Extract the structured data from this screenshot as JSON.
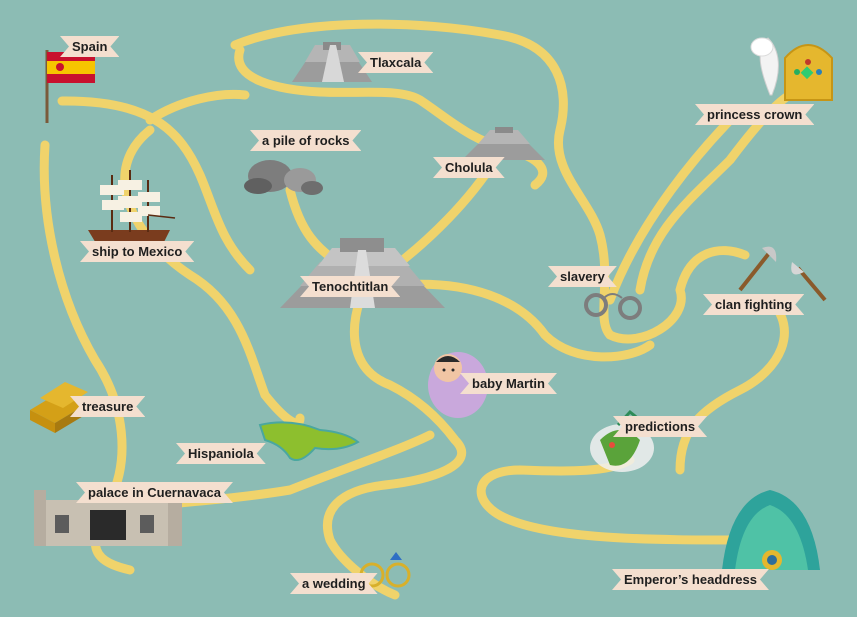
{
  "colors": {
    "background": "#8cbcb4",
    "path": "#f0d36b",
    "label_bg": "#f4dfcf",
    "label_text": "#1f1f1f"
  },
  "labels": {
    "spain": "Spain",
    "tlaxcala": "Tlaxcala",
    "princess_crown": "princess crown",
    "pile_of_rocks": "a pile of rocks",
    "cholula": "Cholula",
    "ship_to_mexico": "ship to Mexico",
    "tenochtitlan": "Tenochtitlan",
    "slavery": "slavery",
    "clan_fighting": "clan fighting",
    "baby_martin": "baby Martin",
    "treasure": "treasure",
    "predictions": "predictions",
    "hispaniola": "Hispaniola",
    "palace_in_cuernavaca": "palace in Cuernavaca",
    "a_wedding": "a wedding",
    "emperors_headdress": "Emperor’s headdress"
  },
  "icons": [
    "spain-flag-icon",
    "pyramid-icon",
    "crown-icon",
    "feather-icon",
    "rocks-icon",
    "galleon-ship-icon",
    "shackles-icon",
    "axes-icon",
    "baby-icon",
    "gold-bars-icon",
    "serpent-icon",
    "island-icon",
    "palace-icon",
    "rings-icon",
    "headdress-icon"
  ]
}
